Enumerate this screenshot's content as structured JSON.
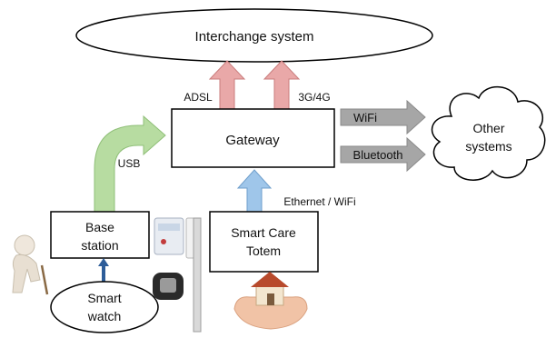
{
  "nodes": {
    "interchange": "Interchange system",
    "gateway": "Gateway",
    "other_line1": "Other",
    "other_line2": "systems",
    "base_line1": "Base",
    "base_line2": "station",
    "totem_line1": "Smart Care",
    "totem_line2": "Totem",
    "watch_line1": "Smart",
    "watch_line2": "watch"
  },
  "links": {
    "adsl": "ADSL",
    "mobile": "3G/4G",
    "wifi": "WiFi",
    "bluetooth": "Bluetooth",
    "usb": "USB",
    "ethernet": "Ethernet / WiFi"
  },
  "colors": {
    "red_arrow": "#e9a8a8",
    "gray_arrow": "#a6a6a6",
    "green_arrow": "#b7dca1",
    "blue_arrow": "#9fc6ea",
    "dark_blue_arrow": "#2d5d99"
  },
  "icons": [
    "elderly-person-icon",
    "base-station-device-icon",
    "smart-watch-icon",
    "totem-pole-icon",
    "house-in-hands-icon"
  ]
}
